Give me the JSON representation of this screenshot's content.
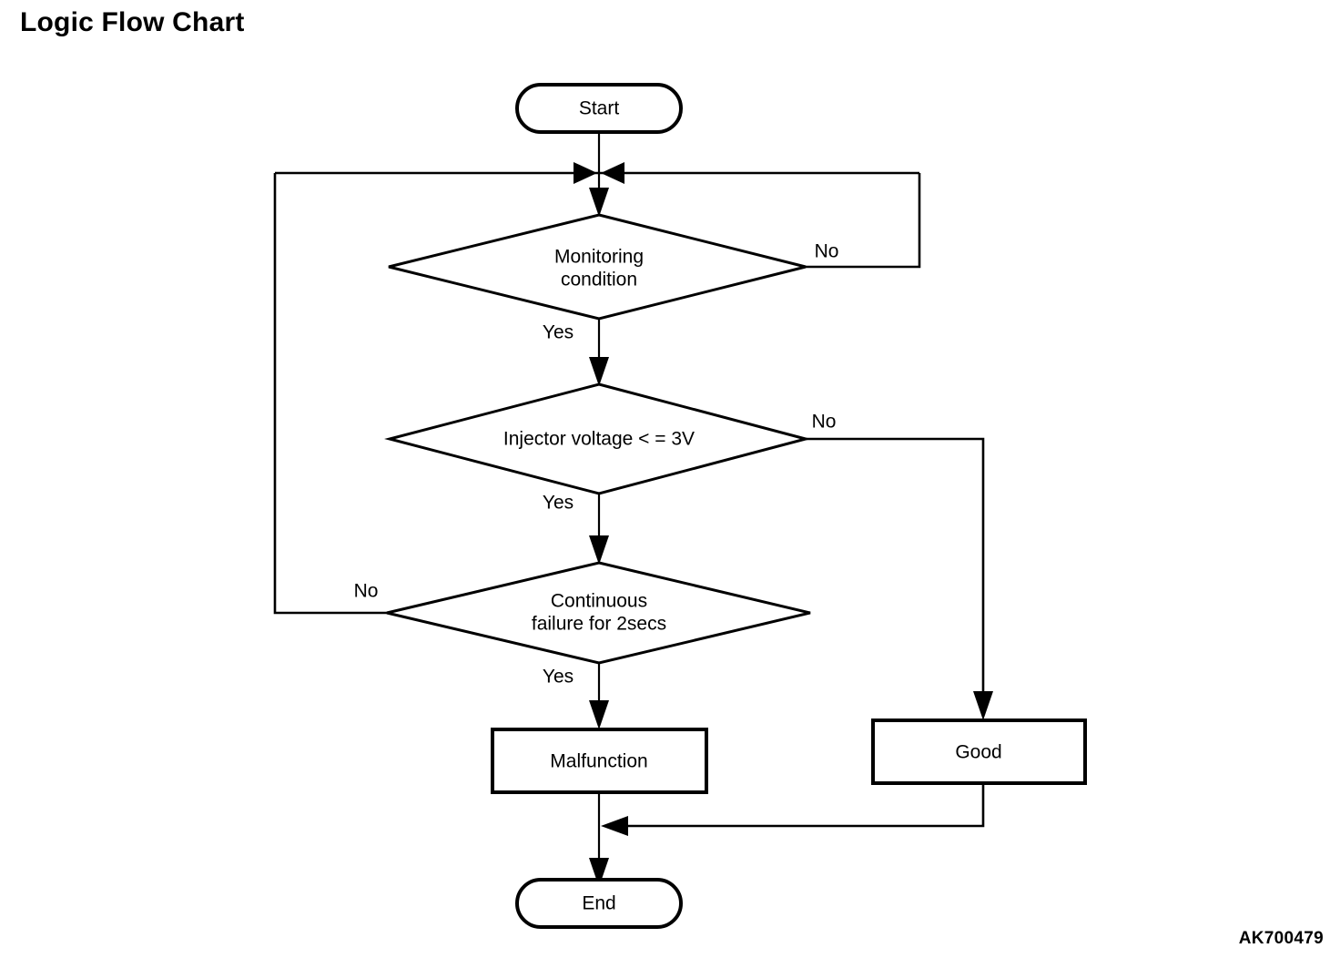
{
  "page": {
    "title": "Logic Flow Chart",
    "figure_code": "AK700479",
    "background_color": "#ffffff",
    "line_color": "#000000"
  },
  "chart_data": {
    "type": "diagram",
    "diagram_kind": "flowchart",
    "title": "Logic Flow Chart",
    "nodes": [
      {
        "id": "start",
        "shape": "terminator",
        "label": "Start"
      },
      {
        "id": "monitor",
        "shape": "decision",
        "label_line1": "Monitoring",
        "label_line2": "condition"
      },
      {
        "id": "injector",
        "shape": "decision",
        "label_line1": "Injector voltage < = 3V",
        "label_line2": ""
      },
      {
        "id": "continuous",
        "shape": "decision",
        "label_line1": "Continuous",
        "label_line2": "failure for 2secs"
      },
      {
        "id": "malfunction",
        "shape": "process",
        "label": "Malfunction"
      },
      {
        "id": "good",
        "shape": "process",
        "label": "Good"
      },
      {
        "id": "end",
        "shape": "terminator",
        "label": "End"
      }
    ],
    "edges": [
      {
        "from": "start",
        "to": "monitor",
        "label": ""
      },
      {
        "from": "monitor",
        "to": "injector",
        "label": "Yes"
      },
      {
        "from": "monitor",
        "to": "monitor",
        "label": "No"
      },
      {
        "from": "injector",
        "to": "continuous",
        "label": "Yes"
      },
      {
        "from": "injector",
        "to": "good",
        "label": "No"
      },
      {
        "from": "continuous",
        "to": "malfunction",
        "label": "Yes"
      },
      {
        "from": "continuous",
        "to": "monitor",
        "label": "No"
      },
      {
        "from": "malfunction",
        "to": "end",
        "label": ""
      },
      {
        "from": "good",
        "to": "end",
        "label": ""
      }
    ]
  },
  "nodes": {
    "start": {
      "label": "Start"
    },
    "monitoring": {
      "line1": "Monitoring",
      "line2": "condition"
    },
    "injector": {
      "line1": "Injector voltage < = 3V"
    },
    "continuous": {
      "line1": "Continuous",
      "line2": "failure for 2secs"
    },
    "malfunction": {
      "label": "Malfunction"
    },
    "good": {
      "label": "Good"
    },
    "end": {
      "label": "End"
    }
  },
  "branches": {
    "monitoring_no": "No",
    "monitoring_yes": "Yes",
    "injector_no": "No",
    "injector_yes": "Yes",
    "continuous_no": "No",
    "continuous_yes": "Yes"
  }
}
